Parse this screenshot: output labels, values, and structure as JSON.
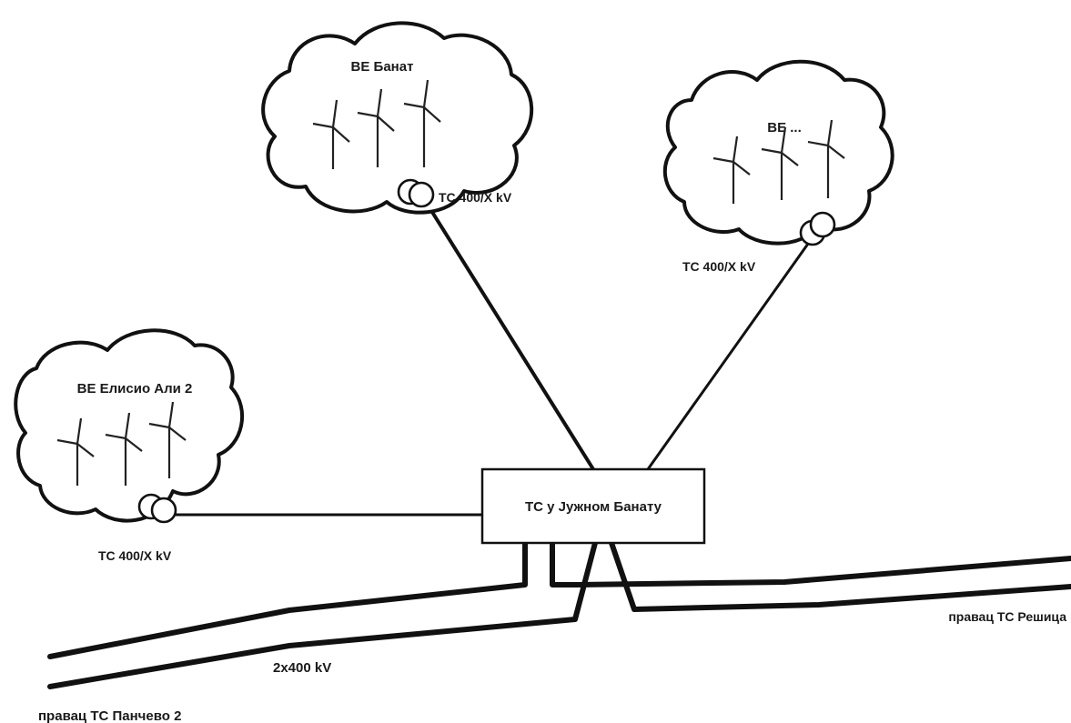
{
  "diagram": {
    "wind_farms": [
      {
        "id": "banat",
        "name": "ВЕ Банат",
        "transformer_label": "ТС 400/X kV"
      },
      {
        "id": "other",
        "name": "ВЕ ...",
        "transformer_label": "ТС 400/X kV"
      },
      {
        "id": "elisio",
        "name": "ВЕ Елисио Али 2",
        "transformer_label": "ТС 400/X kV"
      }
    ],
    "substation": {
      "name": "ТС у Јужном Банату"
    },
    "lines": {
      "voltage_label": "2x400 kV",
      "direction_west": "правац ТС Панчево 2",
      "direction_east": "правац ТС Решица"
    },
    "icons": [
      "cloud-shape",
      "wind-turbine-icon",
      "transformer-icon"
    ]
  }
}
